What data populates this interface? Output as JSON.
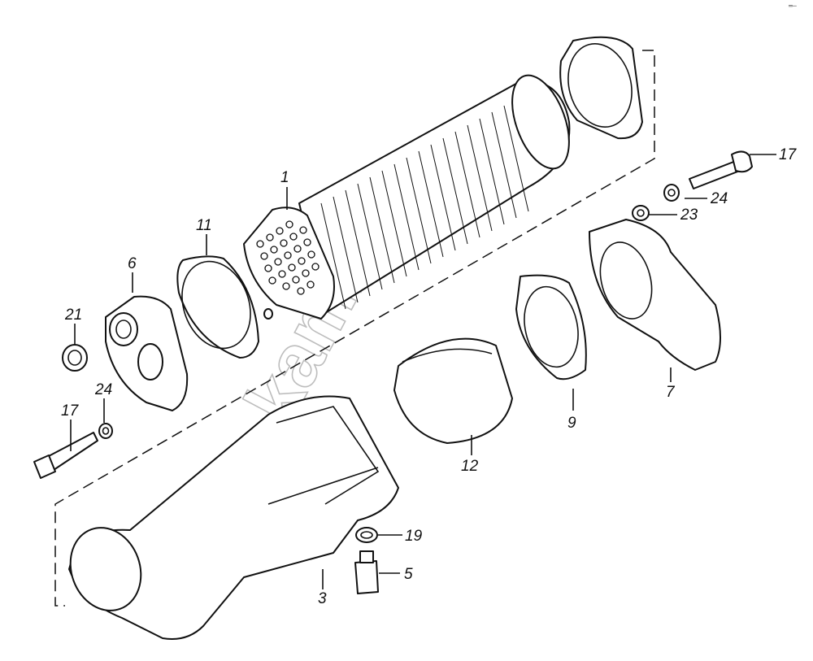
{
  "diagram": {
    "title": "Oil cooler assembly – exploded view",
    "watermark": "zap-kam.ru",
    "corner_mark": "═─",
    "callouts": {
      "p1": "1",
      "p3": "3",
      "p5": "5",
      "p6": "6",
      "p7": "7",
      "p9": "9",
      "p11": "11",
      "p12": "12",
      "p17_right": "17",
      "p17_left": "17",
      "p19": "19",
      "p21": "21",
      "p23": "23",
      "p24_right": "24",
      "p24_left": "24"
    }
  }
}
